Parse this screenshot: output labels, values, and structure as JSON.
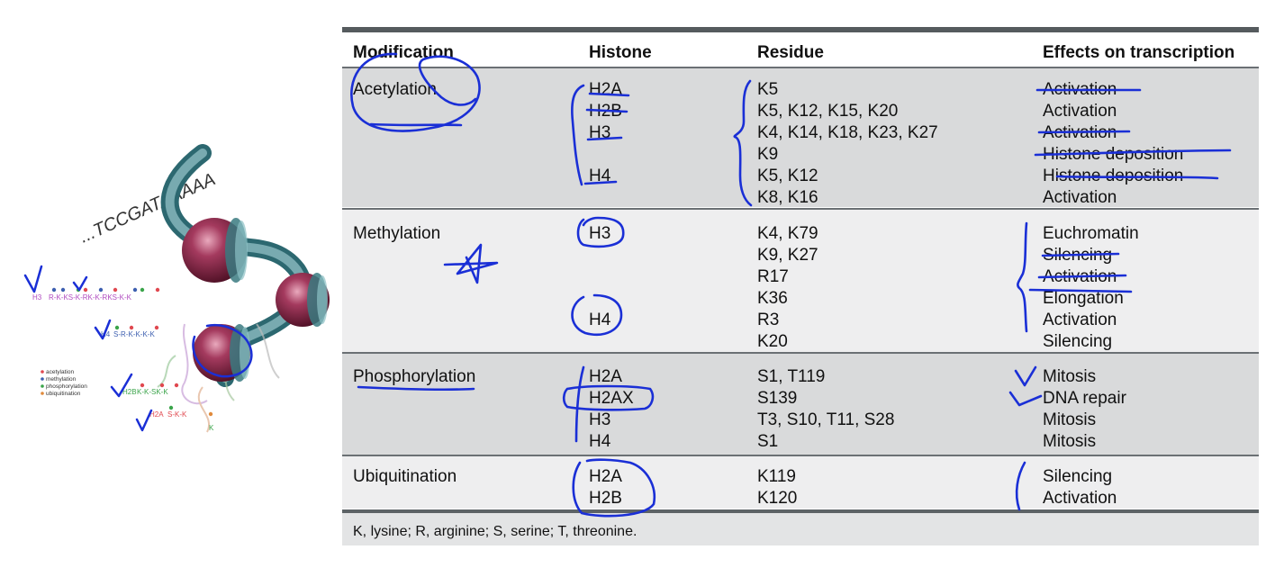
{
  "figure": {
    "dna_sequence": "...TCCGATAAAAA",
    "legend": [
      "acetylation",
      "methylation",
      "phosphorylation",
      "ubiquitination"
    ],
    "legend_colors": [
      "#e0484f",
      "#3d5fb0",
      "#3aa44a",
      "#e08a3c"
    ],
    "h3_label": "H3",
    "h3_seq": "R-K-KS-K-RK-K-RKS-K-K",
    "h4_label": "H4",
    "h4_seq": "S-R-K-K-K-K",
    "h2b_label": "H2B",
    "h2b_seq": "K-K-SK-K",
    "h2a_label": "H2A",
    "h2a_seq": "S-K-K"
  },
  "table": {
    "headers": {
      "modification": "Modification",
      "histone": "Histone",
      "residue": "Residue",
      "effects": "Effects on transcription"
    },
    "groups": [
      {
        "modification": "Acetylation",
        "histones": [
          "H2A",
          "H2B",
          "H3",
          "",
          "H4",
          ""
        ],
        "residues": [
          "K5",
          "K5, K12, K15, K20",
          "K4, K14, K18, K23, K27",
          "K9",
          "K5, K12",
          "K8, K16"
        ],
        "effects": [
          "Activation",
          "Activation",
          "Activation",
          "Histone deposition",
          "Histone deposition",
          "Activation"
        ]
      },
      {
        "modification": "Methylation",
        "histones": [
          "H3",
          "",
          "",
          "",
          "H4",
          ""
        ],
        "residues": [
          "K4, K79",
          "K9, K27",
          "R17",
          "K36",
          "R3",
          "K20"
        ],
        "effects": [
          "Euchromatin",
          "Silencing",
          "Activation",
          "Elongation",
          "Activation",
          "Silencing"
        ]
      },
      {
        "modification": "Phosphorylation",
        "histones": [
          "H2A",
          "H2AX",
          "H3",
          "H4"
        ],
        "residues": [
          "S1, T119",
          "S139",
          "T3, S10, T11, S28",
          "S1"
        ],
        "effects": [
          "Mitosis",
          "DNA repair",
          "Mitosis",
          "Mitosis"
        ]
      },
      {
        "modification": "Ubiquitination",
        "histones": [
          "H2A",
          "H2B"
        ],
        "residues": [
          "K119",
          "K120"
        ],
        "effects": [
          "Silencing",
          "Activation"
        ]
      }
    ],
    "footnote": "K, lysine; R, arginine; S, serine; T, threonine."
  },
  "colors": {
    "ink": "#1a2fd6",
    "band_dark": "#d9dadb",
    "band_light": "#eeeeef",
    "nucleosome": "#8a2346",
    "dna_ribbon": "#3f7f86"
  }
}
